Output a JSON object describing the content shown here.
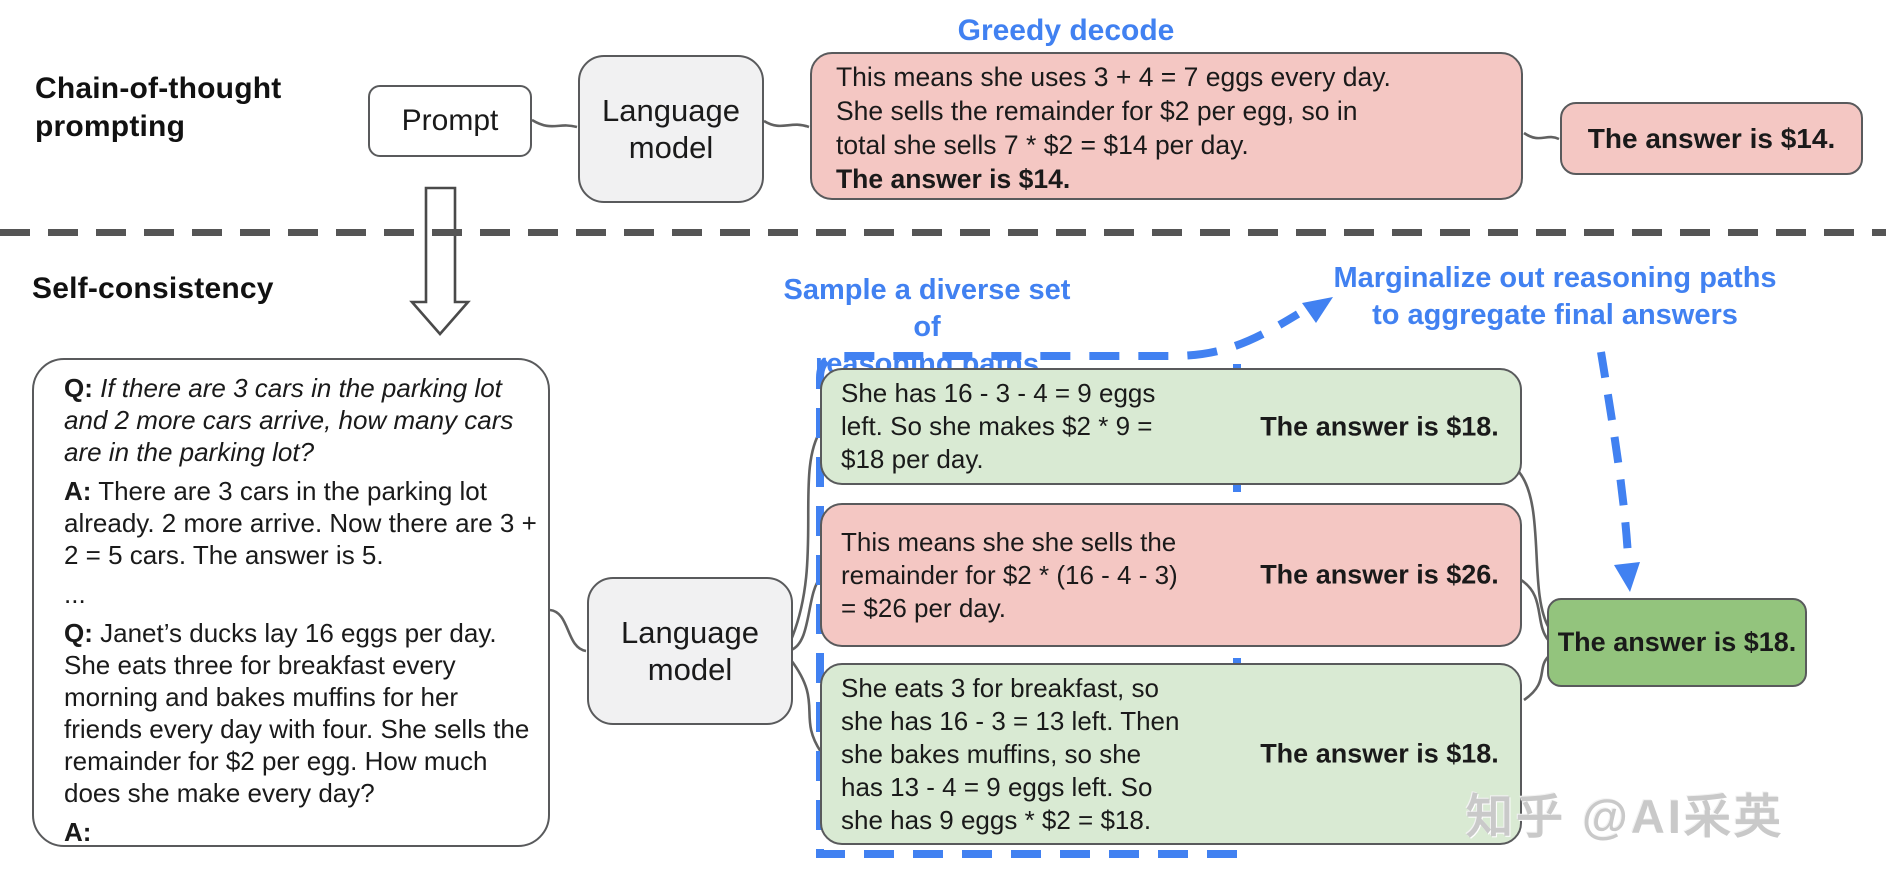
{
  "watermark": "知乎 @AI采英",
  "colors": {
    "blue_accent": "#4181f1",
    "pink": "#f4c7c3",
    "light_green": "#d9ead3",
    "final_green": "#93c47d"
  },
  "cot": {
    "label_lines": [
      "Chain-of-thought",
      "prompting"
    ],
    "prompt_label": "Prompt",
    "lm_label": "Language model",
    "decode_title": "Greedy decode",
    "output_lines": [
      "This means she uses 3 + 4 = 7 eggs every day.",
      "She sells the remainder for $2 per egg, so in",
      "total she sells 7 * $2 = $14 per day."
    ],
    "output_answer": "The answer is $14.",
    "final_answer": "The answer is $14."
  },
  "sc": {
    "label": "Self-consistency",
    "lm_label": "Language model",
    "sample_title_lines": [
      "Sample a diverse set of",
      "reasoning paths"
    ],
    "marginalize_title_lines": [
      "Marginalize out reasoning paths",
      "to aggregate final answers"
    ],
    "prompt": {
      "q1_label": "Q:",
      "q1_text": "If there are 3 cars in the parking lot and 2 more cars arrive, how many cars are in the parking lot?",
      "a1_label": "A:",
      "a1_text": "There are 3 cars in the parking lot already. 2 more arrive. Now there are 3 + 2 = 5 cars. The answer is 5.",
      "ellipsis": "...",
      "q2_label": "Q:",
      "q2_text": "Janet’s ducks lay 16 eggs per day. She eats three for breakfast every morning and bakes muffins for her friends every day with four. She sells the remainder for $2 per egg. How much does she make every day?",
      "a2_label": "A:"
    },
    "paths": [
      {
        "lines": [
          "She has 16 - 3 - 4 = 9 eggs",
          "left. So she makes $2 * 9 =",
          "$18 per day."
        ],
        "answer": "The answer is $18."
      },
      {
        "lines": [
          "This means she she sells the",
          "remainder for $2 * (16 - 4 - 3)",
          "= $26 per day."
        ],
        "answer": "The answer is $26."
      },
      {
        "lines": [
          "She eats 3 for breakfast, so",
          "she has 16 - 3 = 13 left. Then",
          "she bakes muffins, so she",
          "has 13 - 4 = 9 eggs left. So",
          "she has 9 eggs * $2 = $18."
        ],
        "answer": "The answer is $18."
      }
    ],
    "final_answer": "The answer is $18."
  }
}
